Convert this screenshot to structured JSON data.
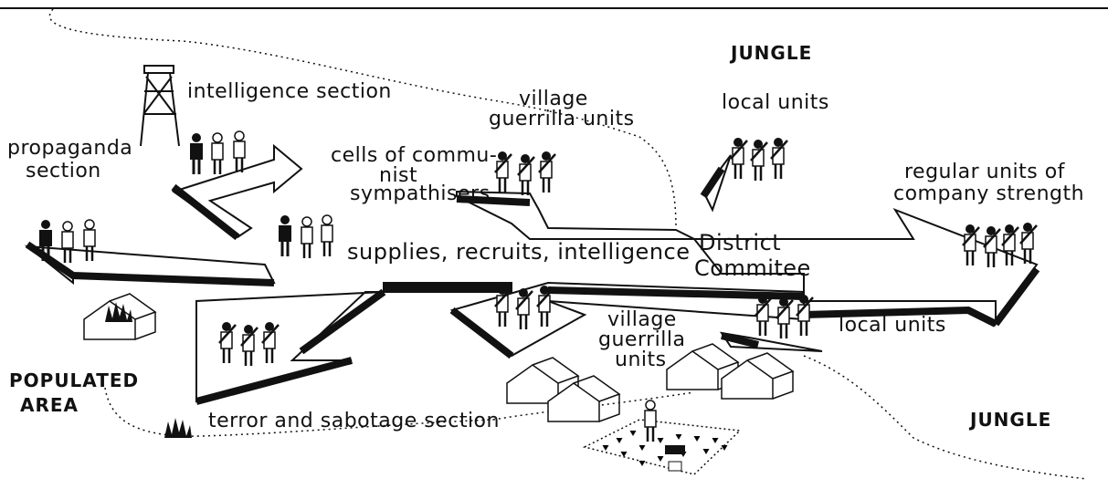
{
  "labels": {
    "jungle_top": "JUNGLE",
    "jungle_bottom": "JUNGLE",
    "intelligence_section": "intelligence section",
    "propaganda_section_1": "propaganda",
    "propaganda_section_2": "section",
    "village_guerrilla_top_1": "village",
    "village_guerrilla_top_2": "guerrilla units",
    "cells_1": "cells of commu-",
    "cells_2": "nist",
    "cells_3": "sympathisers",
    "local_units_top": "local units",
    "regular_units_1": "regular units of",
    "regular_units_2": "company strength",
    "supplies": "supplies, recruits, intelligence",
    "district_1": "District",
    "district_2": "Commitee",
    "village_guerrilla_bottom_1": "village",
    "village_guerrilla_bottom_2": "guerrilla",
    "village_guerrilla_bottom_3": "units",
    "local_units_bottom": "local units",
    "populated_1": "POPULATED",
    "populated_2": "AREA",
    "terror": "terror and sabotage section"
  },
  "colors": {
    "ink": "#111111",
    "paper": "#ffffff"
  }
}
